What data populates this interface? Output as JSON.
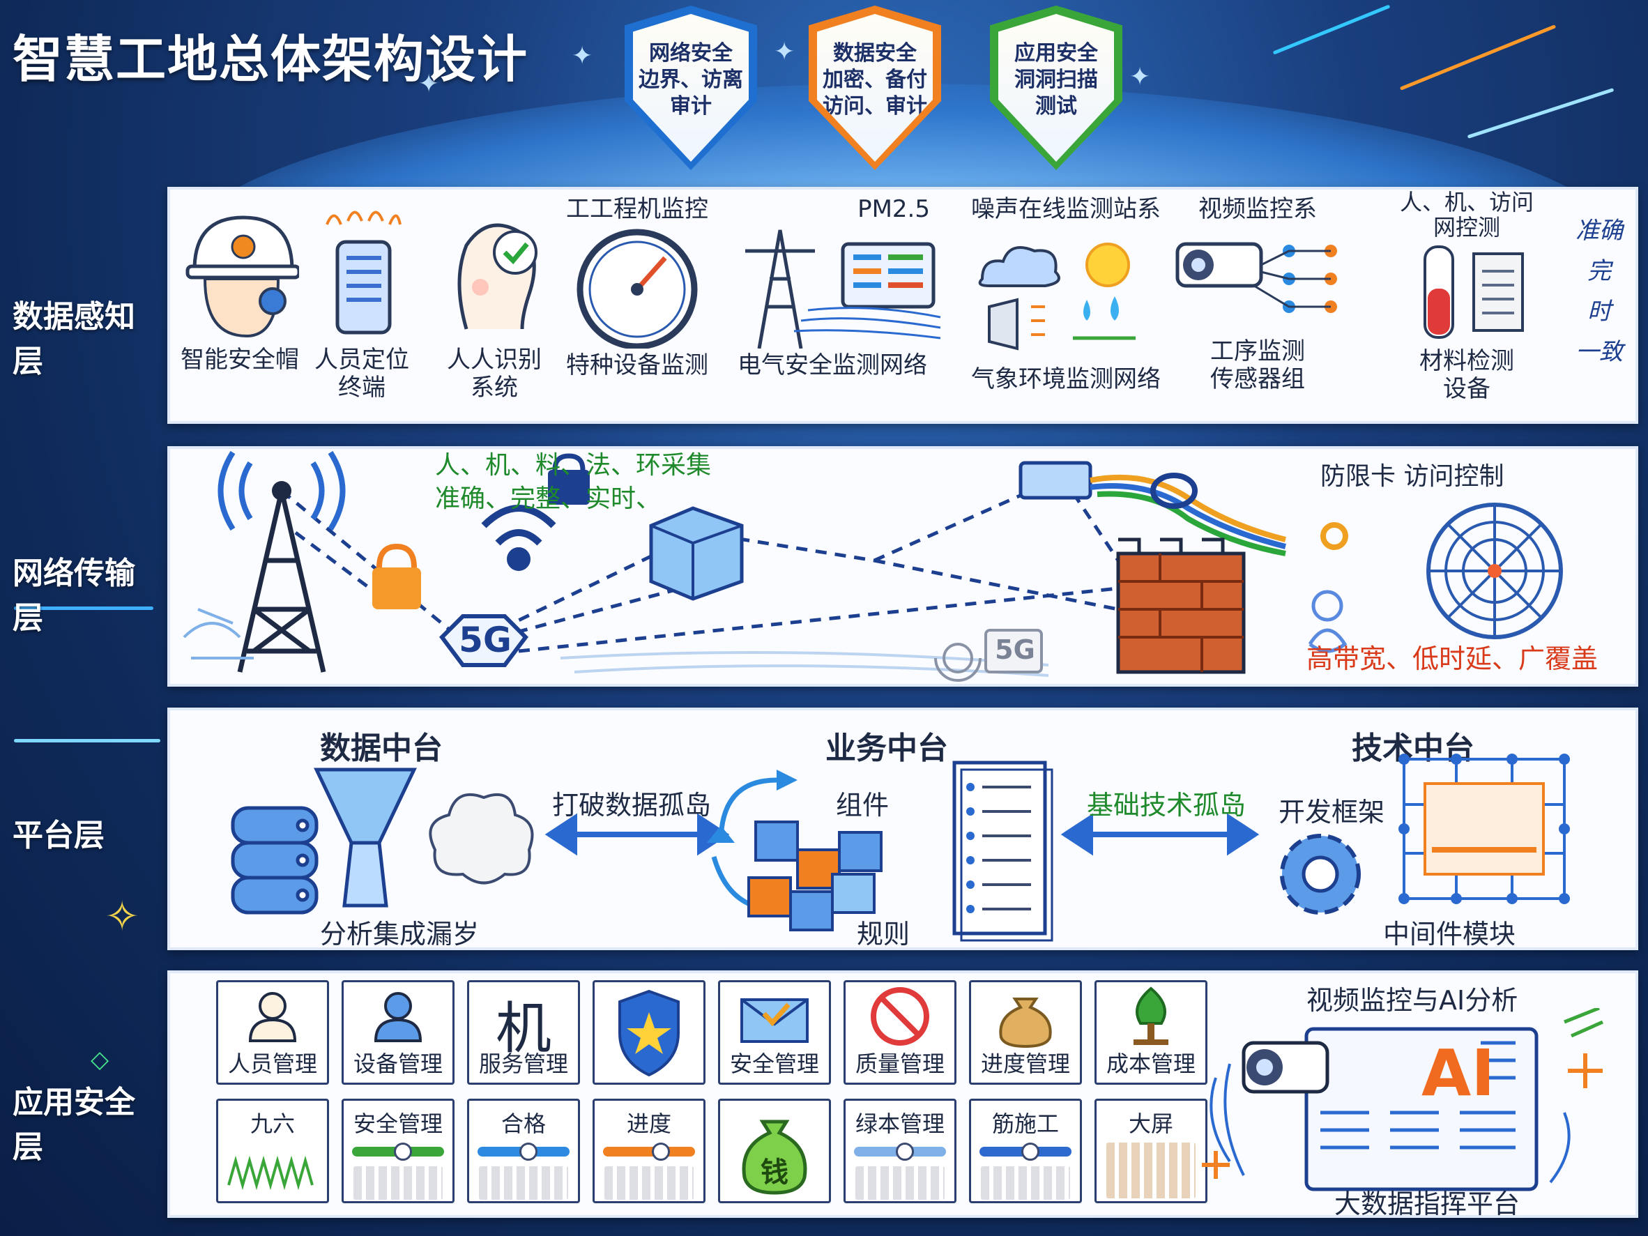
{
  "title": "智慧工地总体架构设计",
  "shields": [
    {
      "text": "网络安全\n边界、访离\n审计",
      "color": "#1f6fd0"
    },
    {
      "text": "数据安全\n加密、备付\n访问、审计",
      "color": "#f08020"
    },
    {
      "text": "应用安全\n洞洞扫描\n测试",
      "color": "#3aa63a"
    }
  ],
  "layers": {
    "perception": {
      "label": "数据感知层",
      "items": [
        {
          "icon": "hard-hat-icon",
          "caption": "智能安全帽"
        },
        {
          "icon": "phone-terminal-icon",
          "caption": "人员定位\n终端"
        },
        {
          "icon": "face-recognition-icon",
          "caption": "人人识别\n系统"
        },
        {
          "icon": "gauge-icon",
          "top": "工工程机监控",
          "caption": "特种设备监测"
        },
        {
          "icon": "power-tower-icon",
          "top": "PM2.5",
          "caption": "电气安全监测网络"
        },
        {
          "icon": "weather-icon",
          "top": "噪声在线监测站系",
          "caption": "气象环境监测网络"
        },
        {
          "icon": "camera-icon",
          "top": "视频监控系",
          "caption": "工序监测\n传感器组"
        },
        {
          "icon": "test-tube-icon",
          "top": "人、机、访问\n网控测",
          "caption": "材料检测\n设备"
        }
      ],
      "side_note": "准确\n完\n时\n一致"
    },
    "network": {
      "label": "网络传输层",
      "green_note": "人、机、料、法、环采集\n准确、完整、实时、",
      "access_note": "防限卡 访问控制",
      "red_note": "高带宽、低时延、广覆盖",
      "badge_5g": "5G",
      "badge_5g_small": "5G"
    },
    "platform": {
      "label": "平台层",
      "data_hub": "数据中台",
      "business_hub": "业务中台",
      "tech_hub": "技术中台",
      "arrow1": "打破数据孤岛",
      "arrow2": "基础技术孤岛",
      "components": "组件",
      "rules": "规则",
      "data_caption": "分析集成漏岁",
      "framework": "开发框架",
      "middleware": "中间件模块"
    },
    "application": {
      "label": "应用安全层",
      "top_cards": [
        {
          "icon": "person-icon",
          "label": "人员管理"
        },
        {
          "icon": "person-blue-icon",
          "label": "设备管理"
        },
        {
          "icon": "machine-char-icon",
          "big": "机",
          "label": "服务管理"
        },
        {
          "icon": "shield-star-icon",
          "label": ""
        },
        {
          "icon": "envelope-check-icon",
          "label": "安全管理"
        },
        {
          "icon": "no-entry-icon",
          "label": "质量管理"
        },
        {
          "icon": "money-bag-icon",
          "label": "进度管理"
        },
        {
          "icon": "tree-icon",
          "label": "成本管理"
        }
      ],
      "bottom_cards": [
        {
          "top": "九六",
          "bar": ""
        },
        {
          "top": "安全管理",
          "bar": "#3aa63a"
        },
        {
          "top": "合格",
          "bar": "#2d8ae0"
        },
        {
          "top": "进度",
          "bar": "#f08020"
        },
        {
          "top": "",
          "bar": "",
          "icon": "money-bag-green-icon",
          "bag_text": "钱"
        },
        {
          "top": "绿本管理",
          "bar": "#7fb0e8"
        },
        {
          "top": "筋施工",
          "bar": "#2d6ad0"
        },
        {
          "top": "大屏",
          "bar": ""
        }
      ],
      "ai_title": "视频监控与AI分析",
      "ai_badge": "AI",
      "ai_caption": "大数据指挥平台"
    }
  }
}
